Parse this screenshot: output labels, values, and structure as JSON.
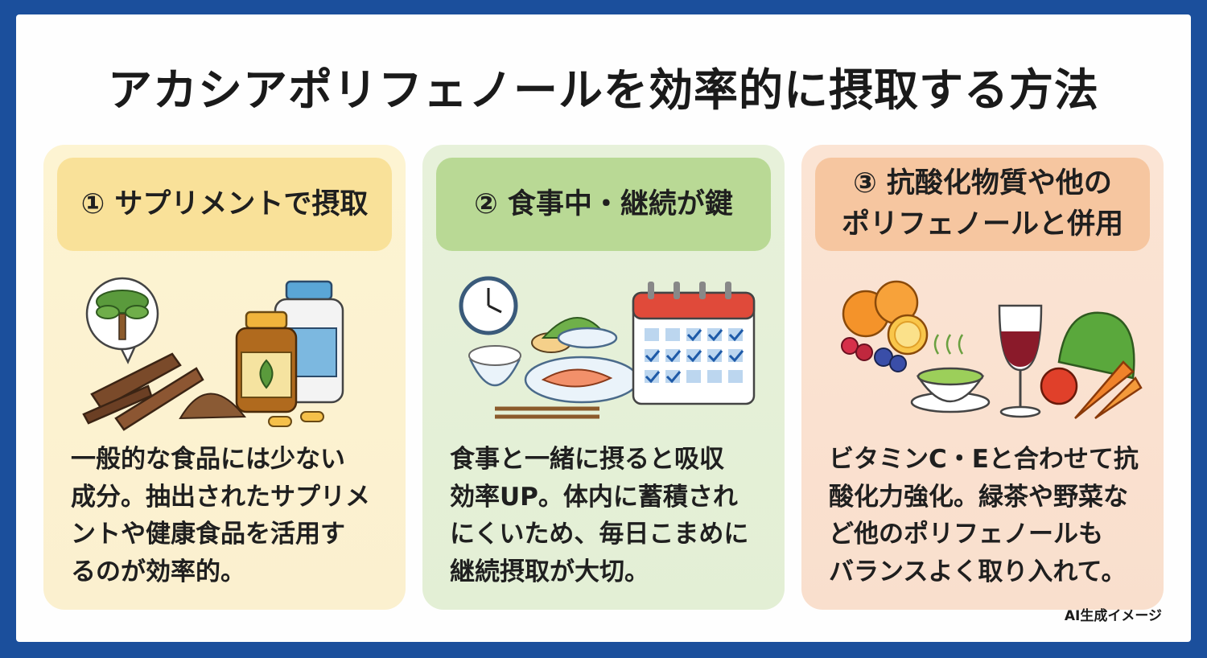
{
  "title": "アカシアポリフェノールを効率的に摂取する方法",
  "cards": [
    {
      "heading": [
        "① サプリメントで摂取"
      ],
      "desc": [
        "一般的な食品には少ない",
        "成分。抽出されたサプリメ",
        "ントや健康食品を活用す",
        "るのが効率的。"
      ]
    },
    {
      "heading": [
        "② 食事中・継続が鍵"
      ],
      "desc": [
        "食事と一緒に摂ると吸収",
        "効率UP。体内に蓄積され",
        "にくいため、毎日こまめに",
        "継続摂取が大切。"
      ]
    },
    {
      "heading": [
        "③ 抗酸化物質や他の",
        "ポリフェノールと併用"
      ],
      "desc": [
        "ビタミンC・Eと合わせて抗",
        "酸化力強化。緑茶や野菜な",
        "ど他のポリフェノールも",
        "バランスよく取り入れて。"
      ]
    }
  ],
  "badge": "AI生成イメージ",
  "colors": {
    "border": "#1b4f9c",
    "card1": "#fdf4d2",
    "card1_head": "#f9e199",
    "card2": "#e7f1da",
    "card2_head": "#b9d995",
    "card3": "#fbe4d4",
    "card3_head": "#f6c6a0"
  }
}
